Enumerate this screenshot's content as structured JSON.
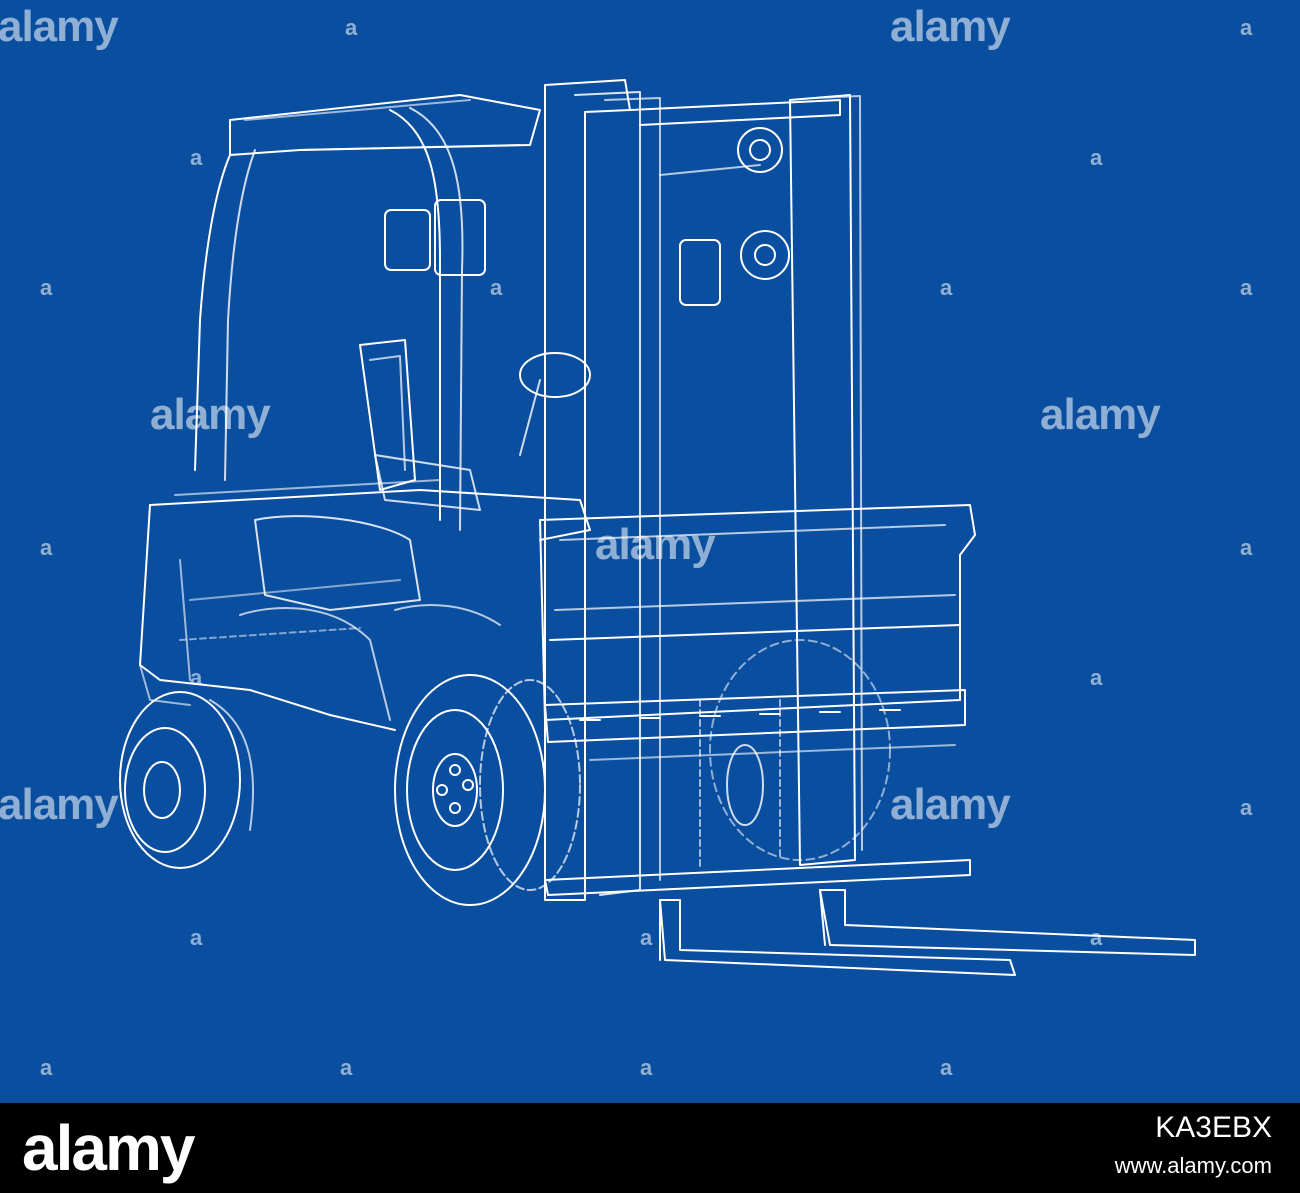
{
  "watermark": {
    "text": "alamy",
    "small": "a"
  },
  "footer": {
    "logo": "alamy",
    "image_id": "KA3EBX",
    "url": "www.alamy.com"
  },
  "colors": {
    "background": "#0a4ea0",
    "line": "#ffffff",
    "footer": "#000000"
  },
  "illustration": {
    "subject": "forklift wireframe",
    "icon": "forklift-wireframe-drawing"
  }
}
